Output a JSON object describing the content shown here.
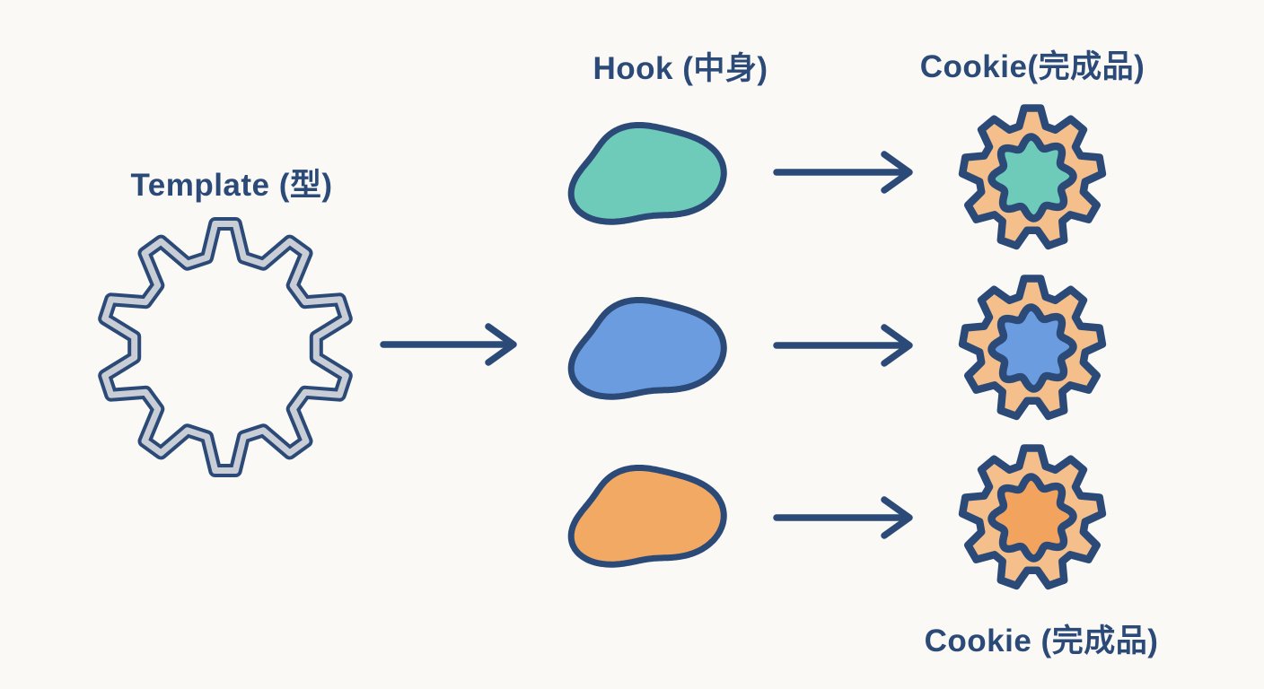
{
  "labels": {
    "template": "Template (型)",
    "hook": "Hook (中身)",
    "cookie_top": "Cookie(完成品)",
    "cookie_bottom": "Cookie (完成品)"
  },
  "colors": {
    "background": "#FAF9F6",
    "outline_navy": "#2C4A78",
    "text_navy": "#2B4A78",
    "template_band_silver": "#C9CDD6",
    "cookie_body_orange": "#F4BF8B"
  },
  "rows": [
    {
      "name": "teal",
      "hook_fill": "#6FCBB9",
      "cookie_center_fill": "#6FCBB9"
    },
    {
      "name": "blue",
      "hook_fill": "#6B9CDF",
      "cookie_center_fill": "#6B9CDF"
    },
    {
      "name": "orange",
      "hook_fill": "#F2A963",
      "cookie_center_fill": "#F2A45F"
    }
  ]
}
